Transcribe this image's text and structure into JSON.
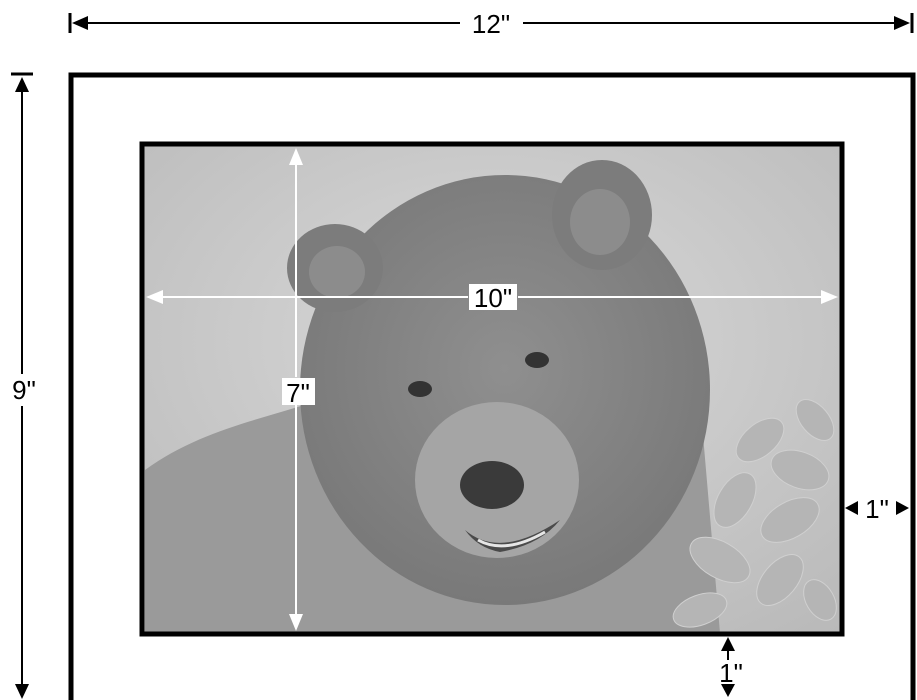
{
  "labels": {
    "width_overall": "12\"",
    "height_overall": "9\"",
    "width_image": "10\"",
    "height_image": "7\"",
    "margin_side": "1\"",
    "margin_bottom": "1\""
  },
  "picture": {
    "subject": "black bear portrait with leaves (grayscale)"
  },
  "colors": {
    "frame": "#000000",
    "mat": "#ffffff",
    "image_tint": "#c8c8c8",
    "bear": "#8a8a8a",
    "inner_arrows": "#ffffff"
  }
}
